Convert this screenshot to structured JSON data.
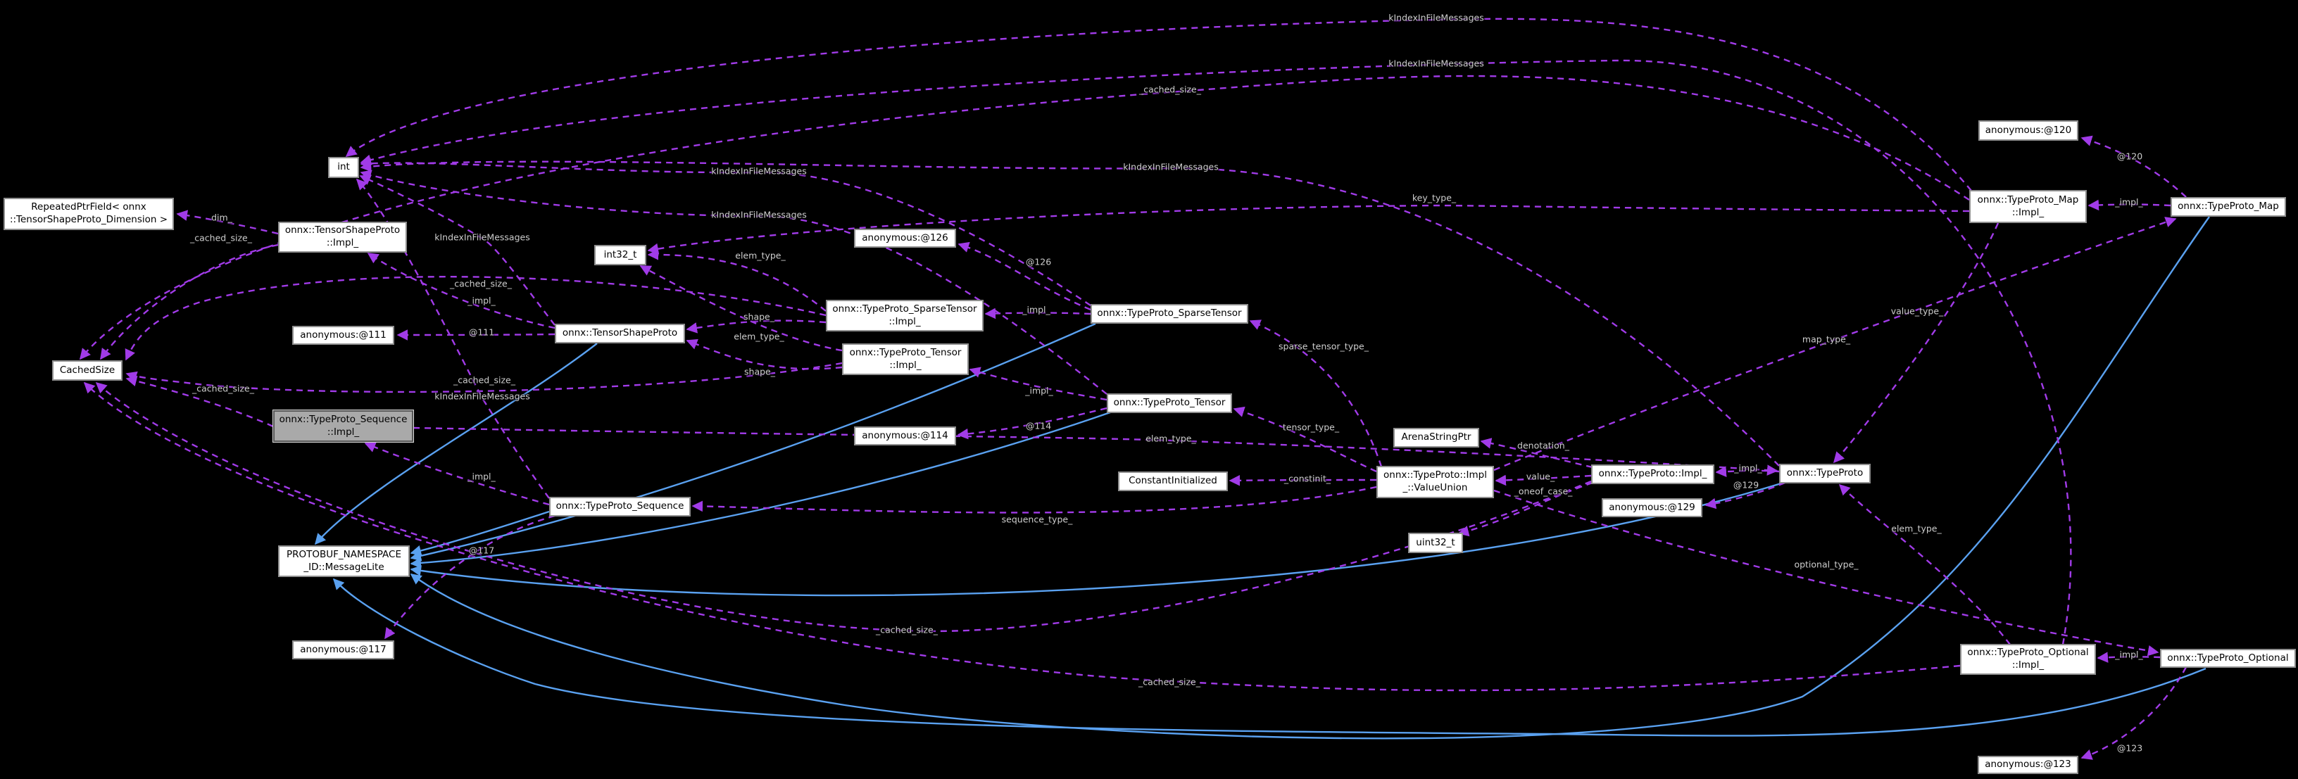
{
  "diagram": {
    "background_color": "#000000",
    "node_fill": "#ffffff",
    "node_border": "#8f8f8f",
    "highlight_fill": "#a9a9a9",
    "usage_edge_color": "#a13be8",
    "inheritance_edge_color": "#5aa1f0",
    "edge_label_color": "#cdcdcd"
  },
  "nodes": [
    {
      "id": "repeatedptrfield-dimension",
      "label": "RepeatedPtrField< onnx\n::TensorShapeProto_Dimension >"
    },
    {
      "id": "cachedsize",
      "label": "CachedSize"
    },
    {
      "id": "int",
      "label": "int"
    },
    {
      "id": "tensorshapeproto-impl",
      "label": "onnx::TensorShapeProto\n::Impl_"
    },
    {
      "id": "anonymous-111",
      "label": "anonymous:@111"
    },
    {
      "id": "typeproto-sequence-impl",
      "label": "onnx::TypeProto_Sequence\n::Impl_"
    },
    {
      "id": "messagelite",
      "label": "PROTOBUF_NAMESPACE\n_ID::MessageLite"
    },
    {
      "id": "anonymous-117",
      "label": "anonymous:@117"
    },
    {
      "id": "int32-t",
      "label": "int32_t"
    },
    {
      "id": "tensorshapeproto",
      "label": "onnx::TensorShapeProto"
    },
    {
      "id": "typeproto-sequence",
      "label": "onnx::TypeProto_Sequence"
    },
    {
      "id": "anonymous-126",
      "label": "anonymous:@126"
    },
    {
      "id": "typeproto-sparsetensor-impl",
      "label": "onnx::TypeProto_SparseTensor\n::Impl_"
    },
    {
      "id": "typeproto-tensor-impl",
      "label": "onnx::TypeProto_Tensor\n::Impl_"
    },
    {
      "id": "anonymous-114",
      "label": "anonymous:@114"
    },
    {
      "id": "typeproto-sparsetensor",
      "label": "onnx::TypeProto_SparseTensor"
    },
    {
      "id": "typeproto-tensor",
      "label": "onnx::TypeProto_Tensor"
    },
    {
      "id": "constantinitialized",
      "label": "ConstantInitialized"
    },
    {
      "id": "arenastringptr",
      "label": "ArenaStringPtr"
    },
    {
      "id": "typeproto-impl-valueunion",
      "label": "onnx::TypeProto::Impl\n_::ValueUnion"
    },
    {
      "id": "uint32-t",
      "label": "uint32_t"
    },
    {
      "id": "typeproto-impl",
      "label": "onnx::TypeProto::Impl_"
    },
    {
      "id": "anonymous-129",
      "label": "anonymous:@129"
    },
    {
      "id": "typeproto",
      "label": "onnx::TypeProto"
    },
    {
      "id": "anonymous-120",
      "label": "anonymous:@120"
    },
    {
      "id": "typeproto-map-impl",
      "label": "onnx::TypeProto_Map\n::Impl_"
    },
    {
      "id": "typeproto-map",
      "label": "onnx::TypeProto_Map"
    },
    {
      "id": "typeproto-optional-impl",
      "label": "onnx::TypeProto_Optional\n::Impl_"
    },
    {
      "id": "typeproto-optional",
      "label": "onnx::TypeProto_Optional"
    },
    {
      "id": "anonymous-123",
      "label": "anonymous:@123"
    }
  ],
  "edge_labels": [
    {
      "text": "kIndexInFileMessages"
    },
    {
      "text": "kIndexInFileMessages"
    },
    {
      "text": "_cached_size_"
    },
    {
      "text": "@120"
    },
    {
      "text": "kIndexInFileMessages"
    },
    {
      "text": "kIndexInFileMessages"
    },
    {
      "text": "key_type_"
    },
    {
      "text": "dim_"
    },
    {
      "text": "_cached_size_"
    },
    {
      "text": "kIndexInFileMessages"
    },
    {
      "text": "kIndexInFileMessages"
    },
    {
      "text": "elem_type_"
    },
    {
      "text": "@126"
    },
    {
      "text": "_cached_size_"
    },
    {
      "text": "_impl_"
    },
    {
      "text": "_impl_"
    },
    {
      "text": "shape_"
    },
    {
      "text": "@111"
    },
    {
      "text": "elem_type_"
    },
    {
      "text": "sparse_tensor_type_"
    },
    {
      "text": "value_type_"
    },
    {
      "text": "map_type_"
    },
    {
      "text": "shape_"
    },
    {
      "text": "_cached_size_"
    },
    {
      "text": "kIndexInFileMessages"
    },
    {
      "text": "_impl_"
    },
    {
      "text": "@114"
    },
    {
      "text": "tensor_type_"
    },
    {
      "text": "denotation_"
    },
    {
      "text": "elem_type_"
    },
    {
      "text": "value_"
    },
    {
      "text": "_constinit_"
    },
    {
      "text": "_oneof_case_"
    },
    {
      "text": "_impl_"
    },
    {
      "text": "@129"
    },
    {
      "text": "_impl_"
    },
    {
      "text": "sequence_type_"
    },
    {
      "text": "elem_type_"
    },
    {
      "text": "@117"
    },
    {
      "text": "optional_type_"
    },
    {
      "text": "_cached_size_"
    },
    {
      "text": "_impl_"
    },
    {
      "text": "_cached_size_"
    },
    {
      "text": "@123"
    },
    {
      "text": "_impl_"
    },
    {
      "text": "_cached_size_"
    }
  ]
}
